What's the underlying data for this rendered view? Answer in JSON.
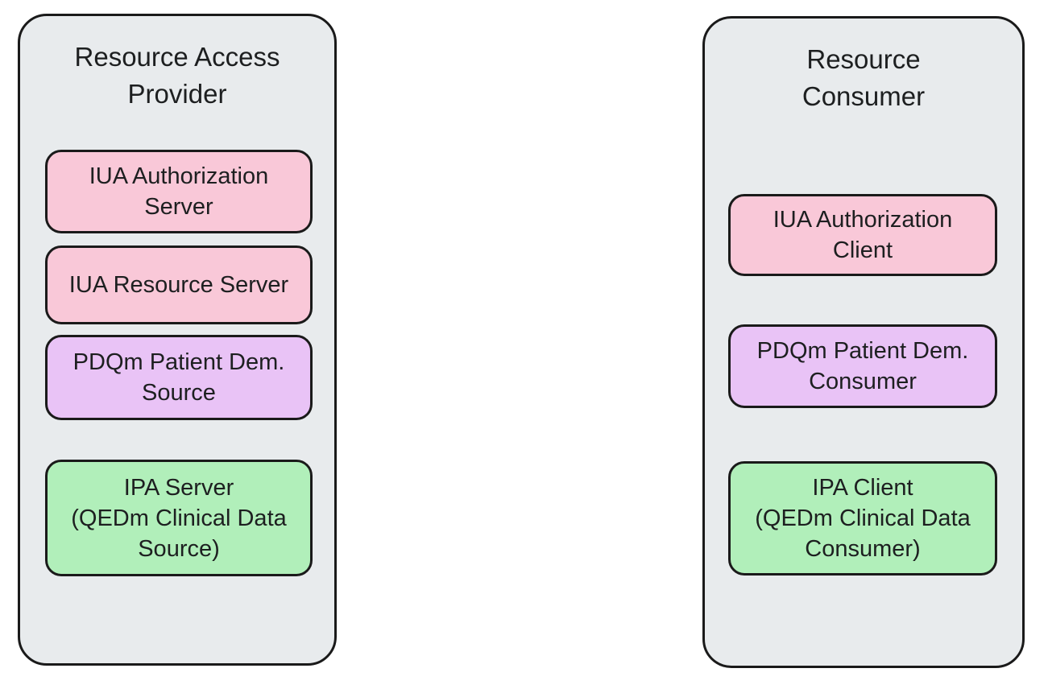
{
  "diagram": {
    "colors": {
      "page_background": "#ffffff",
      "container_fill": "#e8ebed",
      "border": "#1a1a1a",
      "text": "#1d1f20",
      "iua_pink": "#f9c8d8",
      "pdqm_purple": "#e9c3f6",
      "ipa_green": "#b1efba"
    },
    "groups": [
      {
        "title": "Resource Access\nProvider",
        "boxes": [
          {
            "label": "IUA Authorization\nServer",
            "fill": "#f9c8d8"
          },
          {
            "label": "IUA Resource Server",
            "fill": "#f9c8d8"
          },
          {
            "label": "PDQm Patient Dem.\nSource",
            "fill": "#e9c3f6"
          },
          {
            "label": "IPA Server\n(QEDm Clinical Data\nSource)",
            "fill": "#b1efba"
          }
        ]
      },
      {
        "title": "Resource\nConsumer",
        "boxes": [
          {
            "label": "IUA Authorization\nClient",
            "fill": "#f9c8d8"
          },
          {
            "label": "PDQm Patient Dem.\nConsumer",
            "fill": "#e9c3f6"
          },
          {
            "label": "IPA Client\n(QEDm Clinical Data\nConsumer)",
            "fill": "#b1efba"
          }
        ]
      }
    ]
  }
}
